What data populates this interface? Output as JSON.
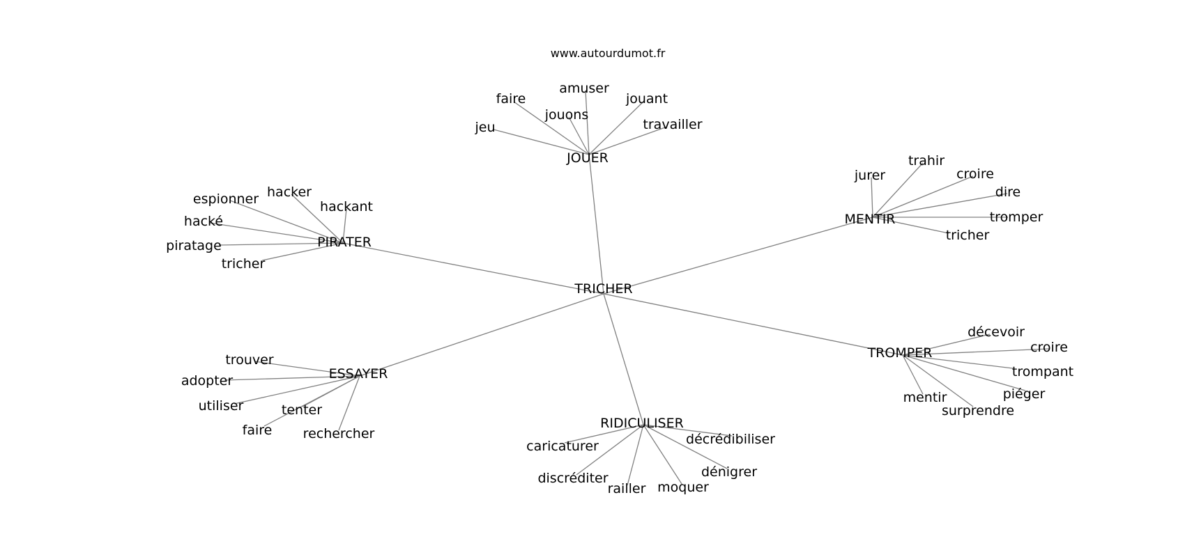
{
  "site": "www.autourdumot.fr",
  "graph": {
    "center": {
      "label": "TRICHER"
    },
    "clusters": [
      {
        "hub": "JOUER",
        "words": [
          "jeu",
          "faire",
          "jouons",
          "amuser",
          "jouant",
          "travailler"
        ]
      },
      {
        "hub": "PIRATER",
        "words": [
          "espionner",
          "hacker",
          "hackant",
          "hacké",
          "piratage",
          "tricher"
        ]
      },
      {
        "hub": "MENTIR",
        "words": [
          "jurer",
          "trahir",
          "croire",
          "dire",
          "tromper",
          "tricher"
        ]
      },
      {
        "hub": "ESSAYER",
        "words": [
          "trouver",
          "adopter",
          "utiliser",
          "tenter",
          "faire",
          "rechercher"
        ]
      },
      {
        "hub": "RIDICULISER",
        "words": [
          "caricaturer",
          "décrédibiliser",
          "discréditer",
          "railler",
          "moquer",
          "dénigrer"
        ]
      },
      {
        "hub": "TROMPER",
        "words": [
          "décevoir",
          "croire",
          "trompant",
          "piéger",
          "mentir",
          "surprendre"
        ]
      }
    ]
  }
}
